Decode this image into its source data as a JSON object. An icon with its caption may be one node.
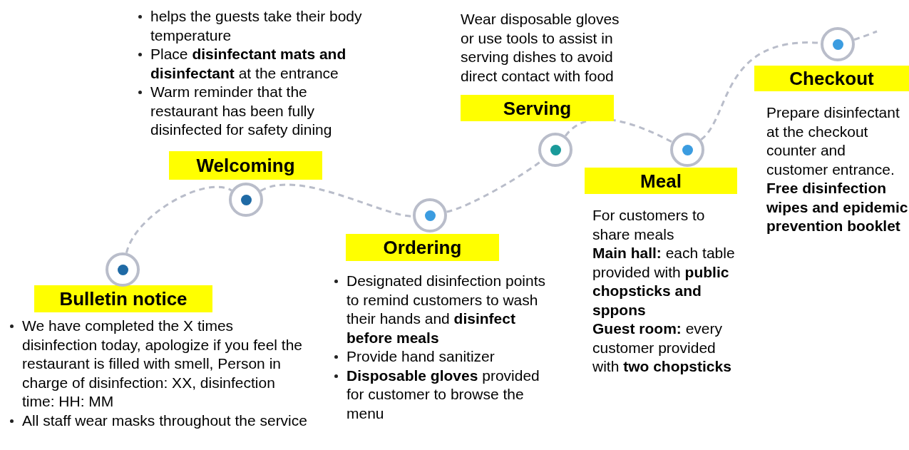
{
  "diagram": {
    "nodes": [
      {
        "text": [
          "Bulletin notice"
        ],
        "beside": [
          "We have completed the X times disinfection today, apologize if you feel the restaurant is filled with smell, Person in charge of disinfection: XX, disinfection time: HH: MM",
          "All staff wear masks throughout the service"
        ]
      },
      {
        "text": [
          "Welcoming"
        ],
        "beside": [
          "helps the guests take their body temperature",
          "Place **disinfectant mats and disinfectant** at the entrance",
          "Warm reminder that the restaurant has been fully disinfected for safety dining"
        ]
      },
      {
        "text": [
          "Ordering"
        ],
        "beside": [
          "Designated disinfection points to remind customers to wash their hands and **disinfect before meals**",
          "Provide hand sanitizer",
          "**Disposable gloves** provided for customer to browse the menu"
        ]
      },
      {
        "text": [
          "Serving"
        ],
        "beside": [
          "Wear disposable gloves or use tools to assist in serving dishes to avoid direct contact with food"
        ]
      },
      {
        "text": [
          "Meal"
        ],
        "beside": [
          "For customers to share meals",
          "**Main hall:** each table provided with **public chopsticks and sppons**",
          "**Guest room:** every customer provided with **two chopsticks**"
        ]
      },
      {
        "text": [
          "Checkout"
        ],
        "beside": [
          "Prepare disinfectant at the checkout counter and customer entrance.",
          "**Free disinfection wipes and epidemic prevention booklet**"
        ]
      },
      {
        "text": [],
        "shape": "circle"
      },
      {
        "text": [],
        "shape": "circle"
      },
      {
        "text": [],
        "shape": "circle"
      },
      {
        "text": [],
        "shape": "circle"
      },
      {
        "text": [],
        "shape": "circle"
      },
      {
        "text": [],
        "shape": "circle"
      }
    ],
    "edges": [
      {
        "from": 6,
        "to": 7,
        "arrow": "none",
        "style": "dashed"
      },
      {
        "from": 7,
        "to": 8,
        "arrow": "none",
        "style": "dashed"
      },
      {
        "from": 8,
        "to": 9,
        "arrow": "none",
        "style": "dashed"
      },
      {
        "from": 9,
        "to": 10,
        "arrow": "none",
        "style": "dashed"
      },
      {
        "from": 10,
        "to": 11,
        "arrow": "none",
        "style": "dashed"
      },
      {
        "from": 11,
        "to": null,
        "arrow": "none",
        "style": "dashed"
      }
    ]
  }
}
